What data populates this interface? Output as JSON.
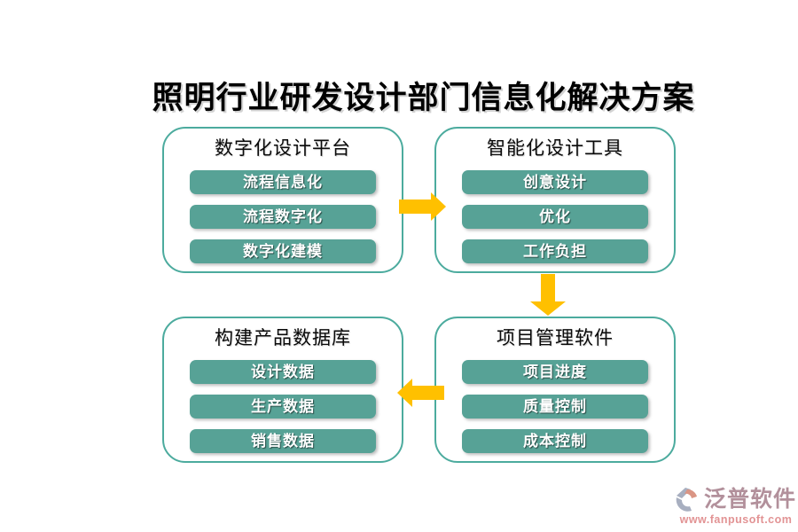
{
  "title": {
    "text": "照明行业研发设计部门信息化解决方案"
  },
  "colors": {
    "title_color": "#000000",
    "panel_border": "#4cab9e",
    "pill_bg": "#57a296",
    "pill_text": "#ffffff",
    "arrow": "#ffc000",
    "brand_text": "#b2909b",
    "brand_url": "#e29394",
    "logo_gray": "#9aa2b6",
    "logo_salmon": "#d4836f"
  },
  "panels": [
    {
      "title": "数字化设计平台",
      "items": [
        "流程信息化",
        "流程数字化",
        "数字化建模"
      ]
    },
    {
      "title": "智能化设计工具",
      "items": [
        "创意设计",
        "优化",
        "工作负担"
      ]
    },
    {
      "title": "构建产品数据库",
      "items": [
        "设计数据",
        "生产数据",
        "销售数据"
      ]
    },
    {
      "title": "项目管理软件",
      "items": [
        "项目进度",
        "质量控制",
        "成本控制"
      ]
    }
  ],
  "arrows": [
    {
      "name": "platform-to-tools",
      "direction": "right"
    },
    {
      "name": "tools-to-project-management",
      "direction": "down"
    },
    {
      "name": "project-management-to-database",
      "direction": "left"
    }
  ],
  "footer": {
    "brand": "泛普软件",
    "url": "www.fanpusoft.com"
  }
}
